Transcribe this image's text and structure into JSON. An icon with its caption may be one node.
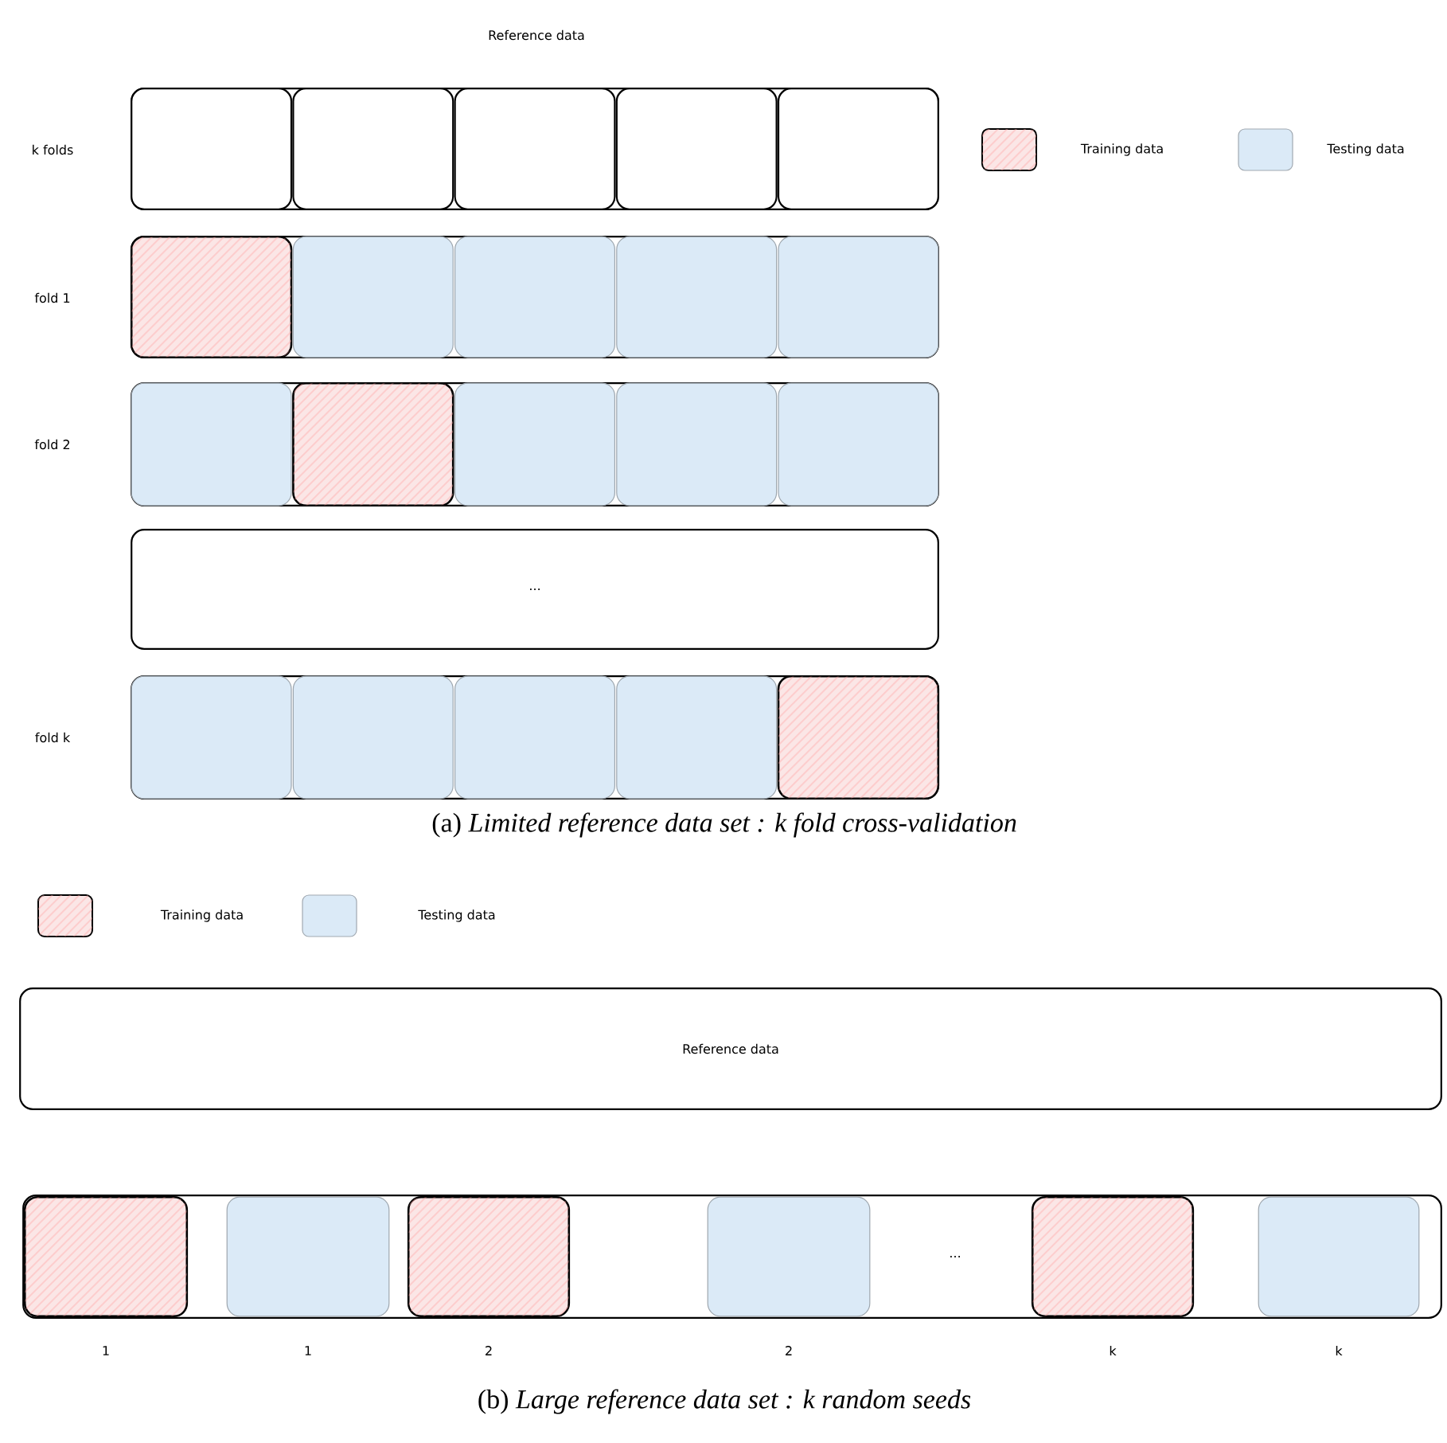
{
  "diagram": {
    "nodes": [
      {
        "text": [],
        "shape": "bar"
      },
      {
        "text": [],
        "shape": "box",
        "in": 0
      },
      {
        "text": [],
        "shape": "box",
        "in": 0
      },
      {
        "text": [],
        "shape": "box",
        "in": 0
      },
      {
        "text": [],
        "shape": "box",
        "in": 0
      },
      {
        "text": [],
        "shape": "box",
        "in": 0
      },
      {
        "text": [],
        "shape": "bar"
      },
      {
        "text": [],
        "shape": "box",
        "in": 6
      },
      {
        "text": [],
        "shape": "box",
        "in": 6
      },
      {
        "text": [],
        "shape": "box",
        "in": 6
      },
      {
        "text": [],
        "shape": "box",
        "in": 6
      },
      {
        "text": [],
        "shape": "box",
        "in": 6
      },
      {
        "text": [],
        "shape": "bar"
      },
      {
        "text": [],
        "shape": "box",
        "in": 12
      },
      {
        "text": [],
        "shape": "box",
        "in": 12
      },
      {
        "text": [],
        "shape": "box",
        "in": 12
      },
      {
        "text": [],
        "shape": "box",
        "in": 12
      },
      {
        "text": [],
        "shape": "box",
        "in": 12
      },
      {
        "text": [
          "..."
        ]
      },
      {
        "text": [],
        "shape": "bar"
      },
      {
        "text": [],
        "shape": "box",
        "in": 19
      },
      {
        "text": [],
        "shape": "box",
        "in": 19
      },
      {
        "text": [],
        "shape": "box",
        "in": 19
      },
      {
        "text": [],
        "shape": "box",
        "in": 19
      },
      {
        "text": [],
        "shape": "box",
        "in": 19
      },
      {
        "text": [
          "Reference data"
        ]
      },
      {
        "text": [
          "..."
        ]
      },
      {
        "text": [],
        "shape": "box",
        "in": 26,
        "beside": [
          "1"
        ]
      },
      {
        "text": [],
        "shape": "box",
        "in": 26,
        "beside": [
          "1"
        ]
      },
      {
        "text": [],
        "shape": "box",
        "in": 26,
        "beside": [
          "2"
        ]
      },
      {
        "text": [],
        "shape": "box",
        "in": 26,
        "beside": [
          "2"
        ]
      },
      {
        "text": [],
        "shape": "box",
        "in": 26,
        "beside": [
          "k"
        ]
      },
      {
        "text": [],
        "shape": "box",
        "in": 26,
        "beside": [
          "k"
        ]
      }
    ],
    "labels": [
      "Reference data",
      "k folds",
      "fold 1",
      "fold 2",
      "fold k",
      "(a) *Limited reference data set : k fold cross-validation*",
      "(b) *Large reference data set : k random seeds*"
    ],
    "legend": [
      {
        "text": "Training data",
        "color": "#fbe6e6"
      },
      {
        "text": "Testing data",
        "color": "#dbeaf7"
      },
      {
        "text": "Training data",
        "color": "#fbe6e6"
      },
      {
        "text": "Testing data",
        "color": "#dbeaf7"
      }
    ]
  }
}
